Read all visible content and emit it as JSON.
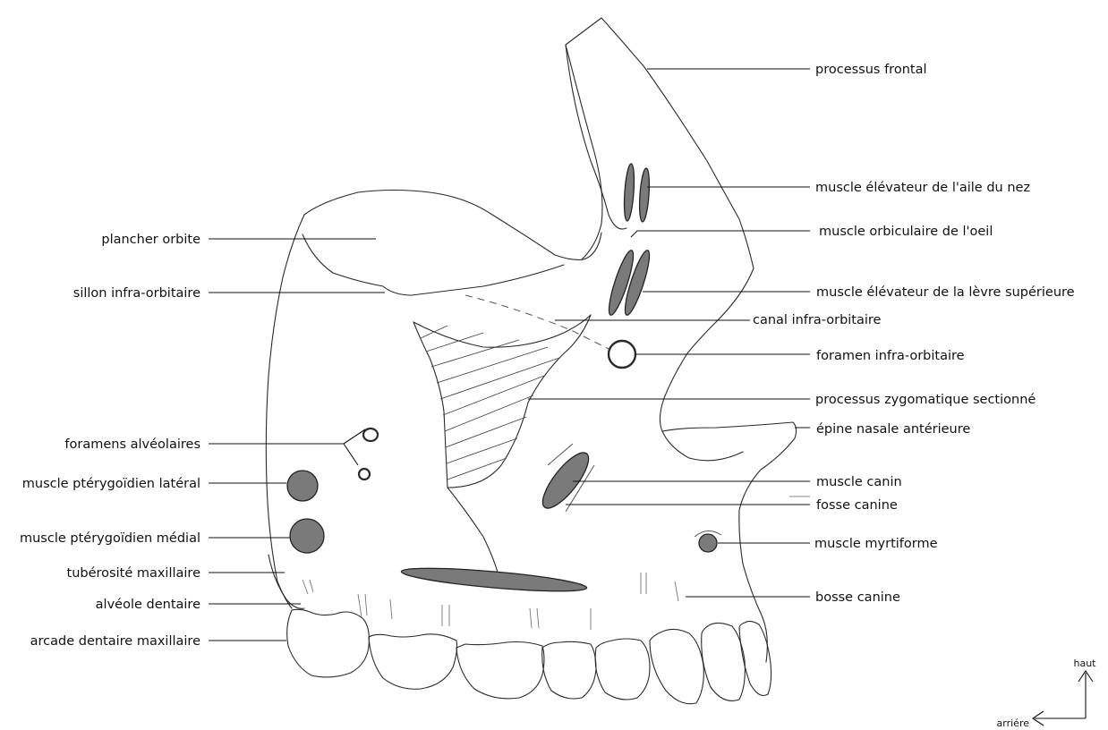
{
  "labels": {
    "processus_frontal": "processus frontal",
    "muscle_elevateur_aile_nez": "muscle élévateur de l'aile du nez",
    "muscle_orbiculaire_oeil": "muscle orbiculaire de l'oeil",
    "muscle_elevateur_levre": "muscle élévateur de la lèvre supérieure",
    "canal_infra_orbitaire": "canal infra-orbitaire",
    "foramen_infra_orbitaire": "foramen infra-orbitaire",
    "processus_zygomatique": "processus zygomatique sectionné",
    "epine_nasale": "épine nasale antérieure",
    "muscle_canin": "muscle canin",
    "fosse_canine": "fosse canine",
    "muscle_myrtiforme": "muscle myrtiforme",
    "bosse_canine": "bosse canine",
    "plancher_orbite": "plancher orbite",
    "sillon_infra_orbitaire": "sillon infra-orbitaire",
    "foramens_alveolaires": "foramens alvéolaires",
    "muscle_pterygoidien_lateral": "muscle ptérygoïdien latéral",
    "muscle_pterygoidien_medial": "muscle ptérygoïdien médial",
    "tuberosite_maxillaire": "tubérosité maxillaire",
    "alveole_dentaire": "alvéole dentaire",
    "arcade_dentaire": "arcade dentaire maxillaire"
  },
  "orientation": {
    "up": "haut",
    "left": "arriére"
  }
}
